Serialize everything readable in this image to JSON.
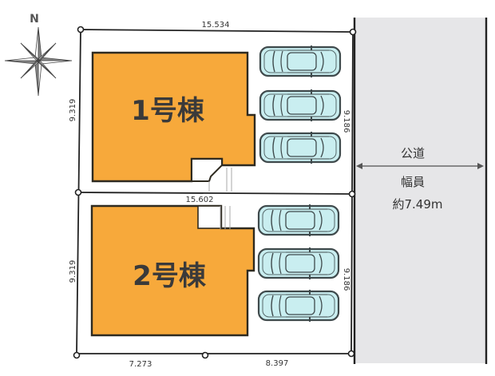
{
  "compass": {
    "label": "N",
    "icon": "compass-rose-icon"
  },
  "site": {
    "top_width": "15.534",
    "middle_width": "15.602",
    "bottom_left_width": "7.273",
    "bottom_right_width": "8.397",
    "left_depth_lot1": "9.319",
    "left_depth_lot2": "9.319",
    "right_depth_lot1": "9.186",
    "right_depth_lot2": "9.186"
  },
  "buildings": [
    {
      "label": "1号棟",
      "color": "#f7a93b"
    },
    {
      "label": "2号棟",
      "color": "#f7a93b"
    }
  ],
  "parking": {
    "lot1_cars": 3,
    "lot2_cars": 3,
    "car_color": "#c9eef0"
  },
  "road": {
    "title": "公道",
    "width_label": "幅員",
    "width_value": "約7.49m",
    "color": "#e6e6e8"
  }
}
